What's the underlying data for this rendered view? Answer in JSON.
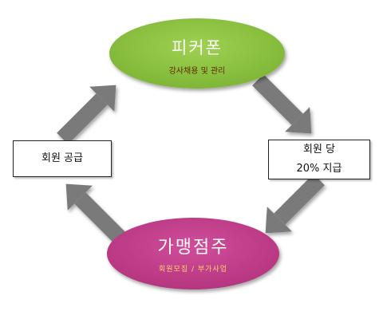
{
  "nodes": {
    "top": {
      "title": "피커폰",
      "subtitle": "강사채용 및 관리",
      "fill": "#8cc342"
    },
    "right": {
      "line1": "회원 당",
      "line2": "20% 지급"
    },
    "bottom": {
      "title": "가맹점주",
      "subtitle": "회원모집 / 부가사업",
      "fill": "#c0418c"
    },
    "left": {
      "label": "회원 공급"
    }
  },
  "arrows": {
    "color": "#7a7a7a"
  }
}
